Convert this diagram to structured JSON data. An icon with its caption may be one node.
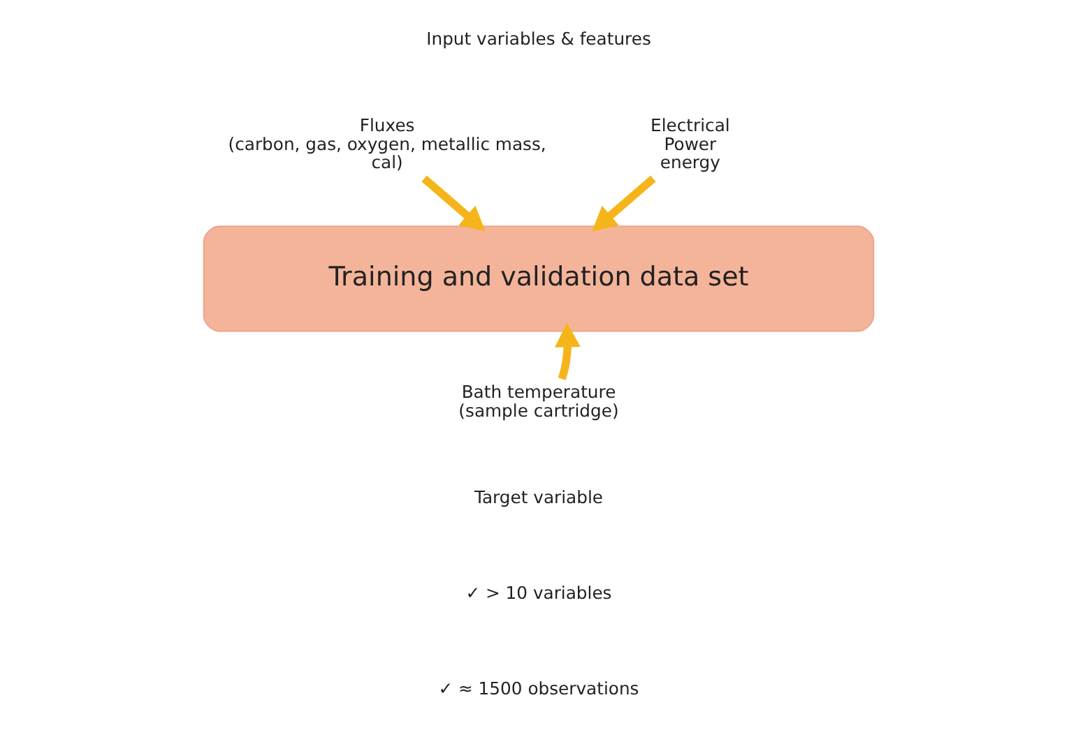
{
  "diagram": {
    "nodes": [
      {
        "text": [
          "Training and validation data set"
        ]
      },
      {
        "text": [
          "Fluxes (carbon, gas, oxygen, metallic mass, cal)"
        ]
      },
      {
        "text": [
          "Electrical Power energy"
        ]
      },
      {
        "text": [
          "Bath temperature (sample cartridge)"
        ]
      }
    ],
    "edges": [
      {
        "from": 1,
        "to": 0,
        "arrow": "to"
      },
      {
        "from": 2,
        "to": 0,
        "arrow": "to"
      },
      {
        "from": 3,
        "to": 0,
        "arrow": "to"
      }
    ],
    "labels": [
      "Input variables & features",
      "Target variable",
      "✓ > 10 variables",
      "✓ ≈ 1500 observations"
    ]
  }
}
